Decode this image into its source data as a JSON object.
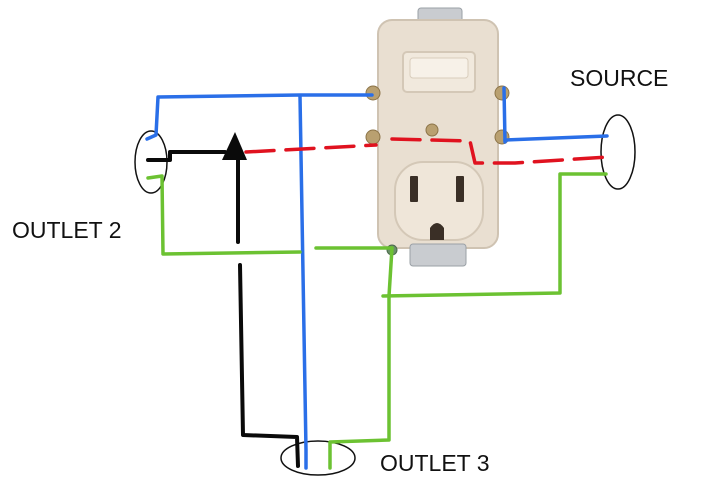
{
  "labels": {
    "source": "SOURCE",
    "outlet_2": "OUTLET 2",
    "outlet_3": "OUTLET 3"
  },
  "colors": {
    "hot": "#e0121f",
    "neutral": "#2a6fe8",
    "ground": "#6cc232",
    "switched": "#0a0a0a",
    "device_body": "#e9dfd1",
    "device_shadow": "#cfc3b2",
    "screw": "#b9a070"
  },
  "components": {
    "switch_outlet_combo": "switch-outlet combination device"
  }
}
